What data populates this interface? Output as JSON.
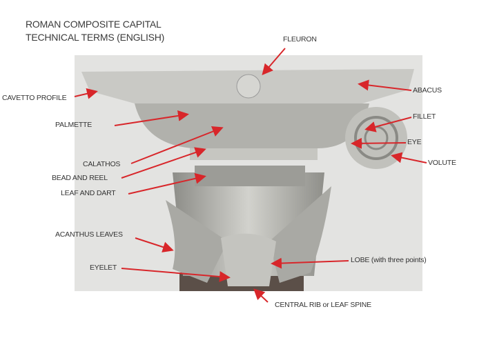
{
  "title": {
    "line1": "ROMAN COMPOSITE CAPITAL",
    "line2": "TECHNICAL TERMS (ENGLISH)"
  },
  "labels": {
    "fleuron": "FLEURON",
    "cavetto_profile": "CAVETTO PROFILE",
    "abacus": "ABACUS",
    "palmette": "PALMETTE",
    "fillet": "FILLET",
    "eye": "EYE",
    "volute": "VOLUTE",
    "calathos": "CALATHOS",
    "bead_and_reel": "BEAD AND REEL",
    "leaf_and_dart": "LEAF AND DART",
    "acanthus_leaves": "ACANTHUS LEAVES",
    "eyelet": "EYELET",
    "lobe": "LOBE (with three points)",
    "central_rib": "CENTRAL RIB or LEAF SPINE"
  },
  "colors": {
    "arrow": "#d8262a",
    "text": "#333333",
    "stone": "#b9b9b4"
  }
}
